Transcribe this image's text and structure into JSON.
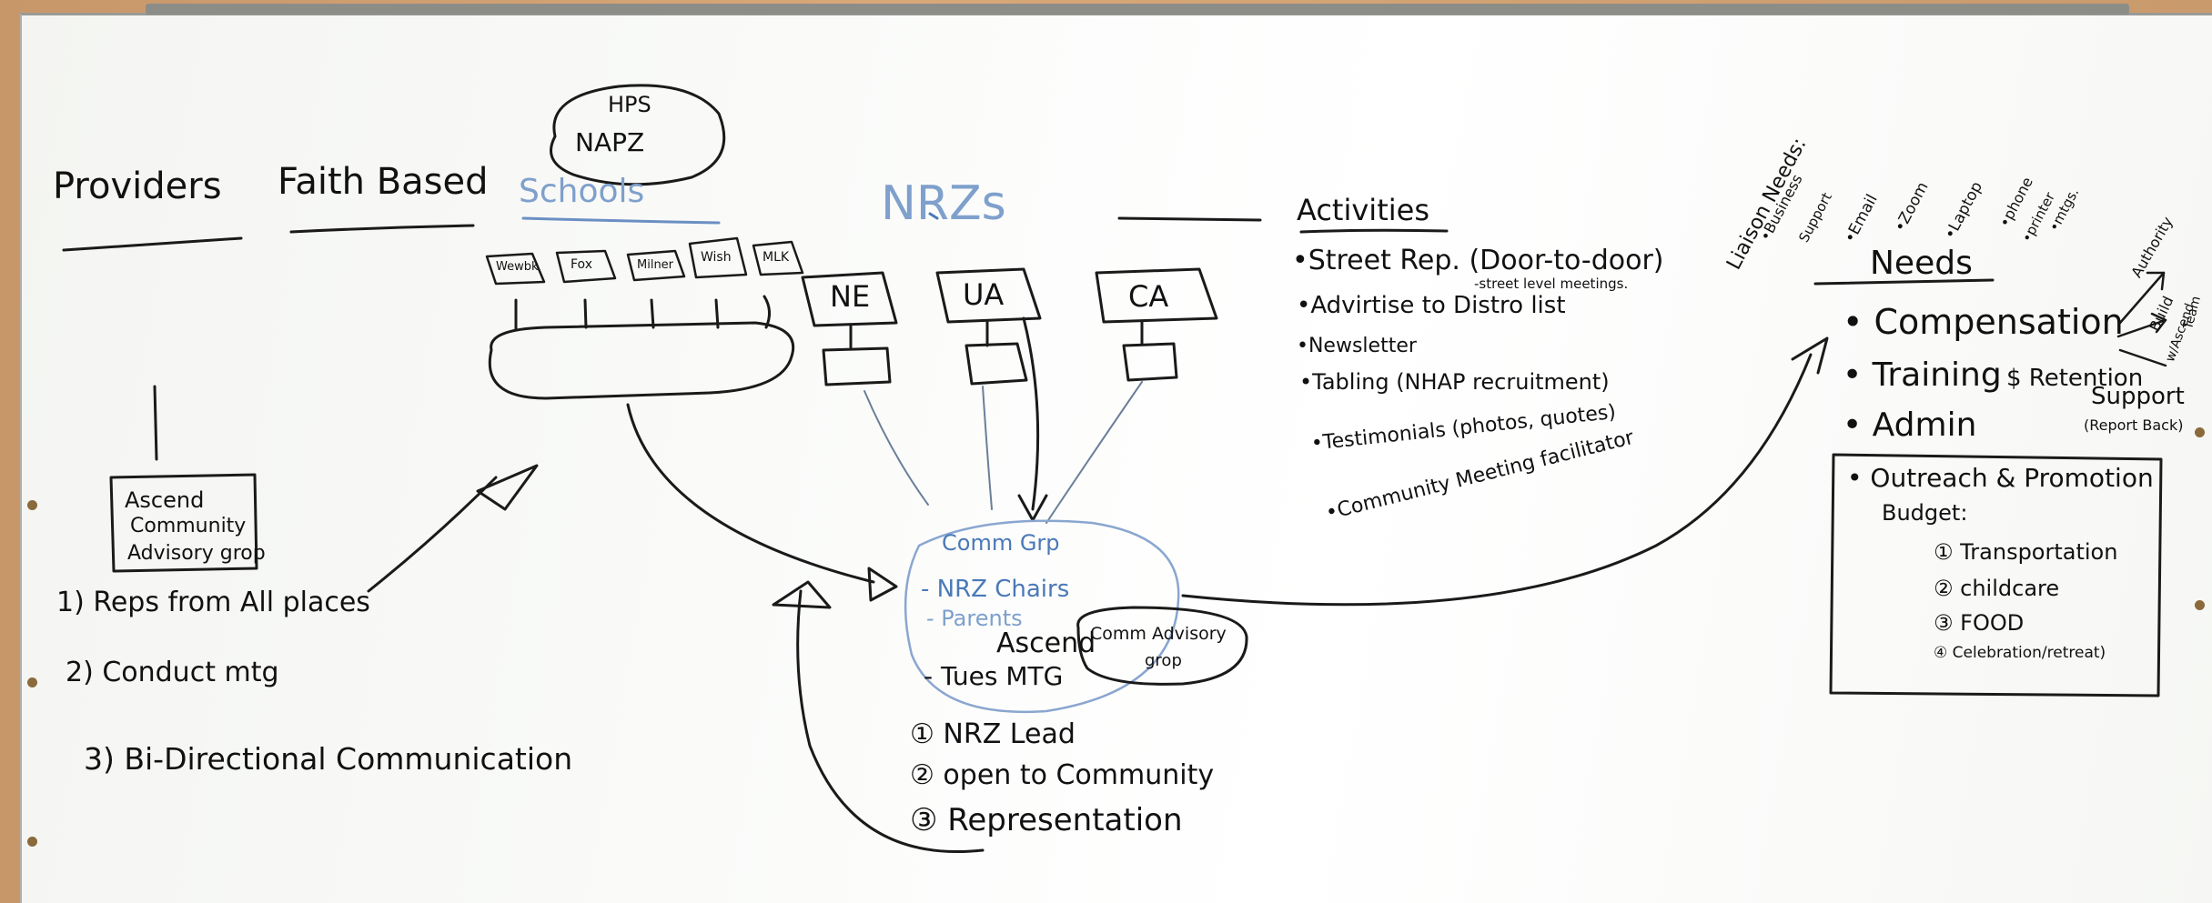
{
  "left": {
    "providers": "Providers",
    "faith_based": "Faith Based",
    "box": [
      "Ascend",
      "Community",
      "Advisory grop"
    ],
    "list": [
      "1) Reps from All places",
      "2) Conduct mtg",
      "3) Bi-Directional Communication"
    ]
  },
  "schools": {
    "cloud": [
      "HPS",
      "NAPZ"
    ],
    "title": "Schools",
    "flags": [
      "Wewbk",
      "Fox",
      "Milner",
      "Wish",
      "MLK"
    ]
  },
  "nrz": {
    "title": "NRZs",
    "flags": [
      "NE",
      "UA",
      "CA"
    ]
  },
  "center": {
    "lines": [
      "Comm Grp",
      "- NRZ Chairs",
      "- Parents",
      "Ascend",
      "- Tues MTG"
    ],
    "bubble": [
      "Comm Advisory",
      "grop"
    ],
    "list": [
      "① NRZ Lead",
      "② open to Community",
      "③ Representation"
    ]
  },
  "activities": {
    "title": "Activities",
    "items": [
      "•Street Rep. (Door-to-door)",
      "-street level meetings.",
      "•Advirtise to Distro list",
      "•Newsletter",
      "•Tabling (NHAP recruitment)",
      "•Testimonials (photos, quotes)",
      "•Community Meeting facilitator"
    ]
  },
  "liaison": {
    "title": [
      "Liaison Needs:",
      "•Business",
      "Support"
    ],
    "items": [
      "•Email",
      "•Zoom",
      "•Laptop",
      "•phone",
      "•printer",
      "•mtgs."
    ]
  },
  "needs": {
    "title": "Needs",
    "items": [
      "• Compensation",
      "• Training",
      "$ Retention",
      "• Admin"
    ],
    "side": [
      "Support",
      "(Report Back)"
    ],
    "arrows": [
      "Authority",
      "Build",
      "w/Ascend",
      "Team"
    ],
    "budget_head": [
      "• Outreach & Promotion",
      "Budget:"
    ],
    "budget": [
      "① Transportation",
      "② childcare",
      "③ FOOD",
      "④ Celebration/retreat)"
    ]
  }
}
